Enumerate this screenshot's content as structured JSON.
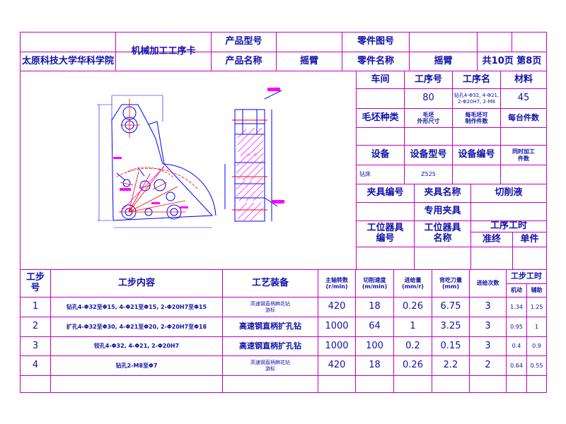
{
  "header": {
    "school": "太原科技大学华科学院",
    "card_title": "机械加工工序卡",
    "product_model_label": "产品型号",
    "product_model_value": "",
    "product_name_label": "产品名称",
    "product_name_value": "摇臂",
    "part_no_label": "零件图号",
    "part_no_value": "",
    "part_name_label": "零件名称",
    "part_name_value": "摇臂",
    "pages": "共10页 第8页"
  },
  "info": {
    "workshop_label": "车间",
    "op_no_label": "工序号",
    "op_name_label": "工序名",
    "material_label": "材料",
    "workshop_value": "",
    "op_no_value": "80",
    "op_name_value": "钻孔4-Φ32, 4-Φ21,\n2-Φ20H7, 2-M8",
    "material_value": "45",
    "blank_type_label": "毛坯种类",
    "blank_size_label": "毛坯\n外形尺寸",
    "parts_per_blank_label": "每毛坯可\n制作件数",
    "parts_per_unit_label": "每台件数",
    "equipment_label": "设备",
    "equip_model_label": "设备型号",
    "equip_no_label": "设备编号",
    "simultaneous_label": "同时加工\n件数",
    "equipment_value": "钻床",
    "equip_model_value": "Z525",
    "fixture_no_label": "夹具编号",
    "fixture_name_label": "夹具名称",
    "coolant_label": "切削液",
    "fixture_name_value": "专用夹具",
    "station_tool_no_label": "工位器具\n编号",
    "station_tool_name_label": "工位器具\n名称",
    "op_time_label": "工序工时",
    "prep_label": "准终",
    "unit_label": "单件"
  },
  "steps_table": {
    "headers": {
      "step_no": "工步\n号",
      "content": "工步内容",
      "equipment": "工艺装备",
      "speed": "主轴转数\n(r/min)",
      "cut_speed": "切削速度\n(m/min)",
      "feed": "进给量\n(mm/r)",
      "depth": "背吃刀量\n(mm)",
      "passes": "进给次数",
      "step_time": "工步工时",
      "machine_time": "机动",
      "aux_time": "辅助"
    },
    "rows": [
      {
        "no": "1",
        "content": "钻孔4-Φ32至Φ15, 4-Φ21至Φ15, 2-Φ20H7至Φ15",
        "equipment": "高速钢直柄麻花钻\n游标",
        "speed": "420",
        "cut_speed": "18",
        "feed": "0.26",
        "depth": "6.75",
        "passes": "3",
        "machine": "1.34",
        "aux": "1.25"
      },
      {
        "no": "2",
        "content": "扩孔4-Φ32至Φ30, 4-Φ21至Φ20, 2-Φ20H7至Φ18",
        "equipment": "高速钢直柄扩孔钻",
        "speed": "1000",
        "cut_speed": "64",
        "feed": "1",
        "depth": "3.25",
        "passes": "3",
        "machine": "0.95",
        "aux": "1"
      },
      {
        "no": "3",
        "content": "铰孔4-Φ32, 4-Φ21, 2-Φ20H7",
        "equipment": "高速钢直柄扩孔钻",
        "speed": "1000",
        "cut_speed": "100",
        "feed": "0.2",
        "depth": "0.15",
        "passes": "3",
        "machine": "0.4",
        "aux": "0.9"
      },
      {
        "no": "4",
        "content": "钻孔2-M8至Φ7",
        "equipment": "高速钢直柄麻花钻\n游标",
        "speed": "420",
        "cut_speed": "18",
        "feed": "0.26",
        "depth": "2.2",
        "passes": "2",
        "machine": "0.64",
        "aux": "0.55"
      }
    ]
  },
  "colors": {
    "grid": "#c000c0",
    "text": "#1010a8",
    "drawing": "#0000ff",
    "centerline": "#ff0000",
    "section": "#ff00ff"
  }
}
